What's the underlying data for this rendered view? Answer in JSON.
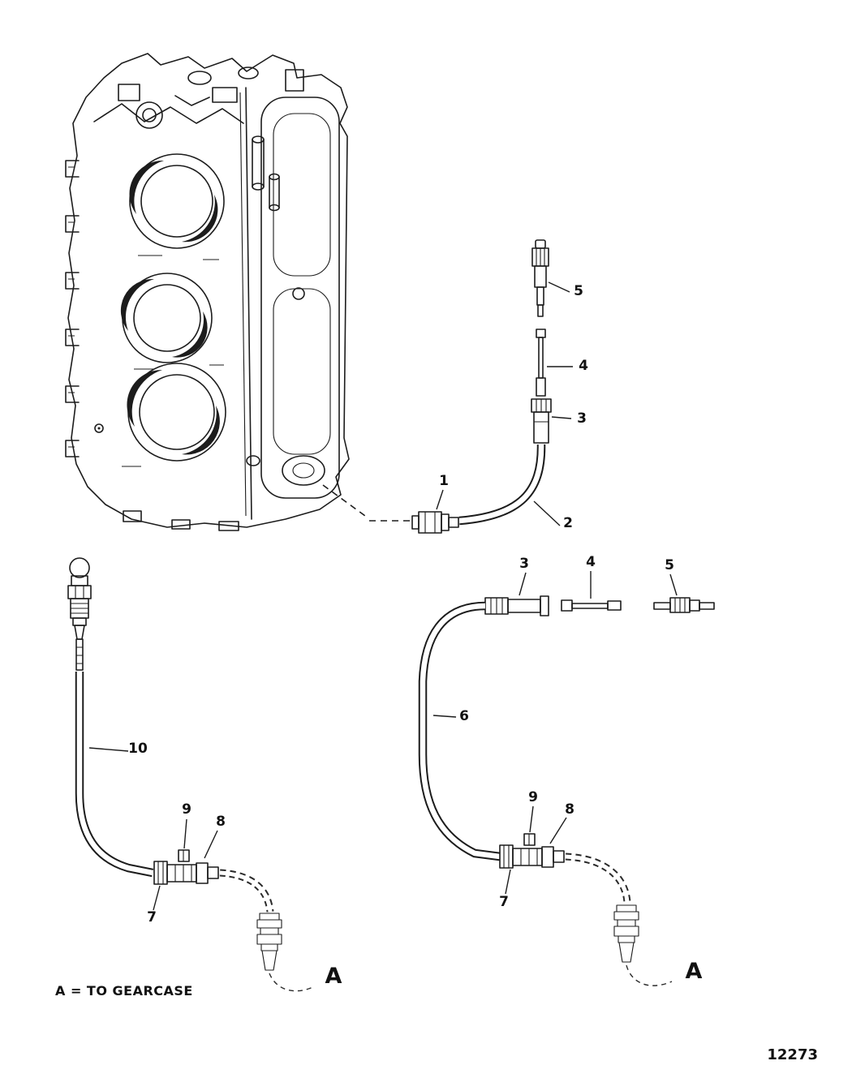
{
  "figure": {
    "legend": "A = TO GEARCASE",
    "figure_number": "12273",
    "callouts": {
      "top_fitting_5": "5",
      "top_fitting_4": "4",
      "top_fitting_3": "3",
      "fitting_1": "1",
      "hose_2": "2",
      "mid_fitting_3": "3",
      "mid_fitting_4": "4",
      "mid_fitting_5": "5",
      "hose_6": "6",
      "right_coupler_9": "9",
      "right_coupler_8": "8",
      "right_coupler_7": "7",
      "hose_10": "10",
      "left_coupler_9": "9",
      "left_coupler_8": "8",
      "left_coupler_7": "7",
      "gearcase_a_left": "A",
      "gearcase_a_right": "A"
    }
  }
}
